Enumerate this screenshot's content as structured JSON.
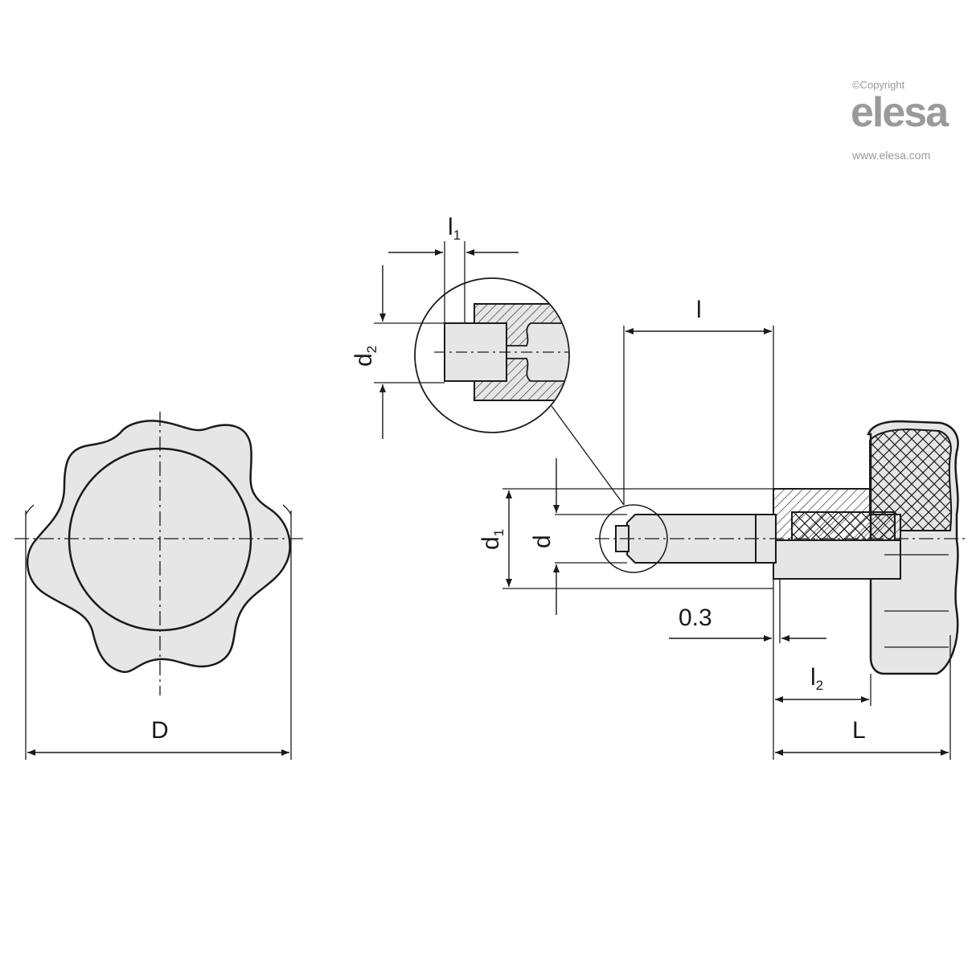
{
  "copyright": "©Copyright",
  "brand": "elesa",
  "website": "www.elesa.com",
  "dimensions": {
    "D": "D",
    "L": "L",
    "l": "l",
    "l1": "l",
    "l1_sub": "1",
    "l2": "l",
    "l2_sub": "2",
    "d": "d",
    "d1": "d",
    "d1_sub": "1",
    "d2": "d",
    "d2_sub": "2",
    "gap": "0.3"
  },
  "colors": {
    "line": "#1a1a1a",
    "fill": "#e6e6e6",
    "logo": "#9a9a9a"
  }
}
